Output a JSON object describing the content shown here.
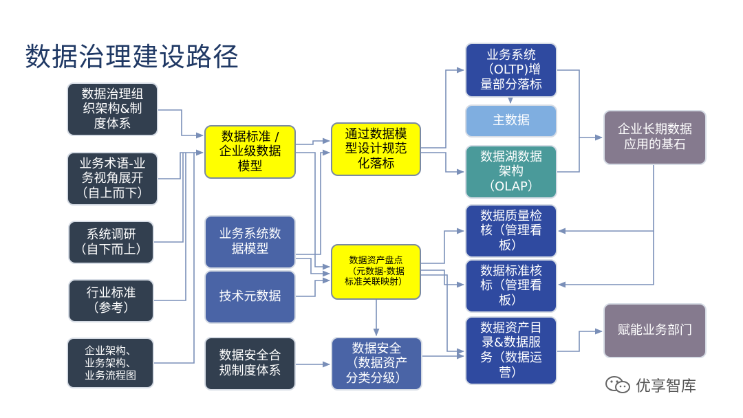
{
  "title": "数据治理建设路径",
  "nodes": {
    "org": "数据治理组\n织架构&制\n度体系",
    "terms": "业务术语-业\n务视角展开\n（自上而下）",
    "survey": "系统调研\n（自下而上）",
    "industry": "行业标准\n（参考）",
    "arch": "企业架构、\n业务架构、\n业务流程图",
    "std": "数据标准 /\n企业级数据\n模型",
    "bizmodel": "业务系统数\n据模型",
    "techmeta": "技术元数据",
    "secpolicy": "数据安全合\n规制度体系",
    "design": "通过数据模\n型设计规范\n化落标",
    "inventory": "数据资产盘点\n（元数据-数据\n标准关联映射）",
    "security": "数据安全\n（数据资产\n分类分级）",
    "oltp": "业务系统\n（OLTP)增\n量部分落标",
    "master": "主数据",
    "lake": "数据湖数据\n架构\n（OLAP）",
    "quality": "数据质量检\n核（管理看\n板）",
    "stdcheck": "数据标准核\n标（管理看\n板）",
    "catalog": "数据资产目\n录&数据服\n务（数据运\n营）",
    "foundation": "企业长期数据\n应用的基石",
    "enable": "赋能业务部门"
  },
  "watermark": "优享智库",
  "colors": {
    "title": "#1f3864",
    "dark_box": "#323f4f",
    "yellow_box": "#ffff00",
    "blue_box": "#4a64a6",
    "navy_box": "#2f4aa0",
    "light_blue_box": "#7faee0",
    "teal_box": "#4a9a9a",
    "mauve_box": "#857a8e",
    "connector": "#7a8fb8"
  },
  "icons": [
    "wechat-icon",
    "arrowhead-icon"
  ]
}
